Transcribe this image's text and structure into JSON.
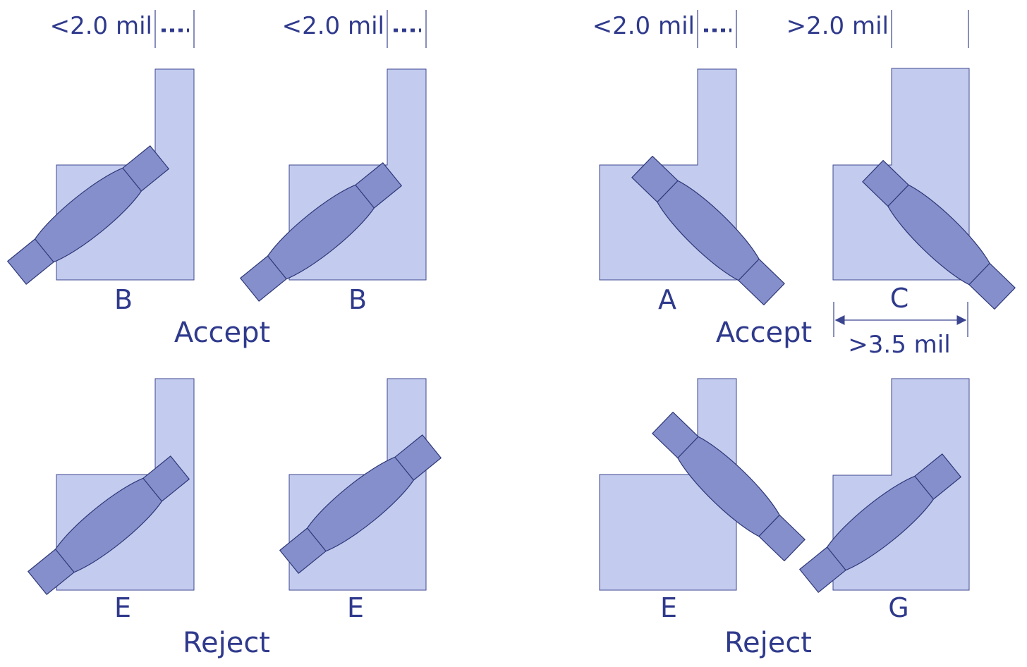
{
  "colors": {
    "pad_fill": "#c3cbee",
    "component_fill": "#858fcb",
    "outline": "#2e3878",
    "text": "#2f3a8c"
  },
  "dimensions": {
    "d1": "<2.0 mil",
    "d2": "<2.0 mil",
    "d3": "<2.0 mil",
    "d4": ">2.0 mil",
    "width": ">3.5 mil"
  },
  "cells": {
    "c1": "B",
    "c2": "B",
    "c3": "A",
    "c4": "C",
    "c5": "E",
    "c6": "E",
    "c7": "E",
    "c8": "G"
  },
  "groups": {
    "accept_left": "Accept",
    "accept_right": "Accept",
    "reject_left": "Reject",
    "reject_right": "Reject"
  }
}
